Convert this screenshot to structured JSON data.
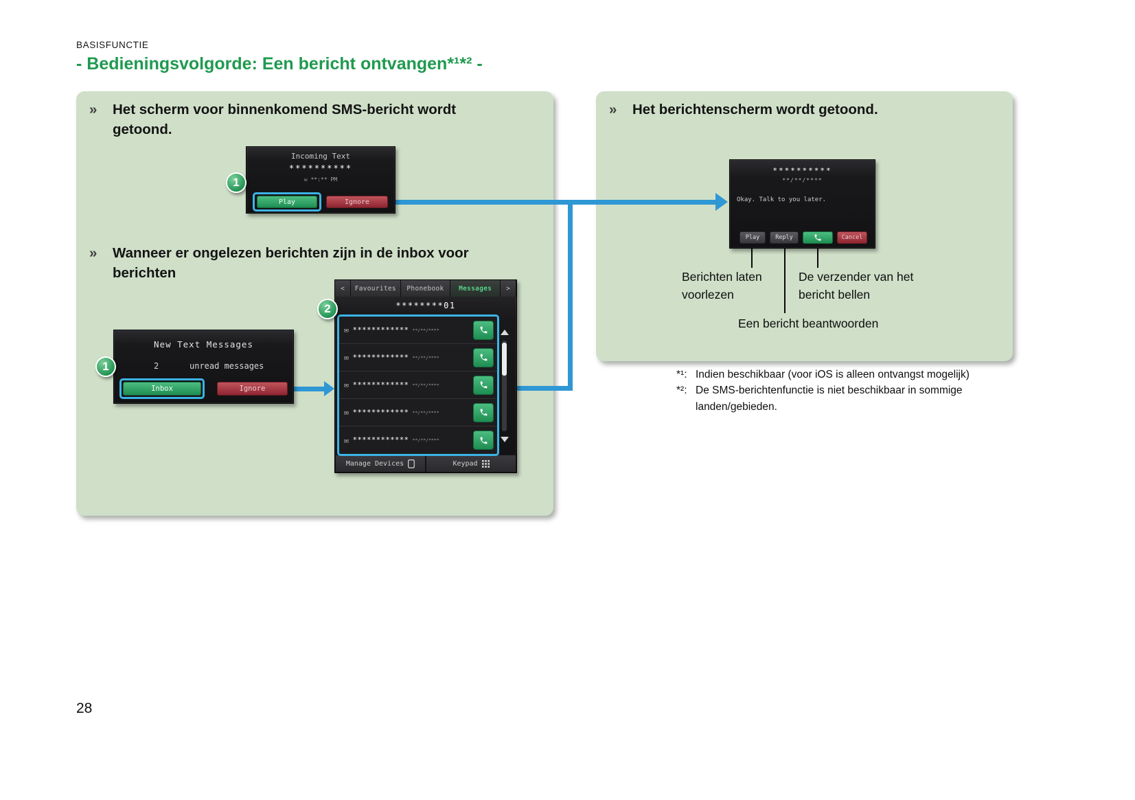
{
  "page": {
    "section_label": "BASISFUNCTIE",
    "title": "- Bedieningsvolgorde: Een bericht ontvangen*¹*² -",
    "page_number": "28"
  },
  "colors": {
    "title_green": "#1f9a4f",
    "panel_green": "#cfdfc8",
    "arrow_blue": "#2e97d4",
    "highlight_cyan": "#3cb4e6",
    "button_green": "#2fa869",
    "button_red": "#a62f38"
  },
  "left_panel": {
    "bullet": "»",
    "step1_heading": "Het scherm voor binnenkomend SMS-bericht wordt getoond.",
    "step2_heading": "Wanneer er ongelezen berichten zijn in de inbox voor berichten",
    "incoming_screen": {
      "step_number": "1",
      "title": "Incoming Text",
      "sender": "**********",
      "envelope_icon": "✉",
      "time": "**:** PM",
      "play_button": "Play",
      "ignore_button": "Ignore"
    },
    "new_messages_screen": {
      "step_number": "1",
      "title": "New Text Messages",
      "unread_count": "2",
      "unread_label": "unread messages",
      "inbox_button": "Inbox",
      "ignore_button": "Ignore"
    },
    "messages_screen": {
      "step_number": "2",
      "back_glyph": "<",
      "forward_glyph": ">",
      "tabs": [
        "Favourites",
        "Phonebook",
        "Messages"
      ],
      "active_tab": "Messages",
      "list_title": "********01",
      "rows": [
        {
          "icon": "✉",
          "name": "************",
          "date": "**/**/****"
        },
        {
          "icon": "✉",
          "name": "************",
          "date": "**/**/****"
        },
        {
          "icon": "✉",
          "name": "************",
          "date": "**/**/****"
        },
        {
          "icon": "✉",
          "name": "************",
          "date": "**/**/****"
        },
        {
          "icon": "✉",
          "name": "************",
          "date": "**/**/****"
        }
      ],
      "manage_devices_button": "Manage Devices",
      "keypad_button": "Keypad"
    }
  },
  "right_panel": {
    "bullet": "»",
    "heading": "Het berichtenscherm wordt getoond.",
    "message_screen": {
      "sender": "**********",
      "date": "**/**/****",
      "body": "Okay. Talk to you later.",
      "play_button": "Play",
      "reply_button": "Reply",
      "cancel_button": "Cancel"
    },
    "callouts": {
      "read_aloud": "Berichten laten voorlezen",
      "call_sender": "De verzender van het bericht bellen",
      "reply": "Een bericht beantwoorden"
    }
  },
  "footnotes": [
    {
      "marker": "*¹:",
      "text": "Indien beschikbaar (voor iOS is alleen ontvangst mogelijk)"
    },
    {
      "marker": "*²:",
      "text": "De SMS-berichtenfunctie is niet beschikbaar in sommige landen/gebieden."
    }
  ]
}
